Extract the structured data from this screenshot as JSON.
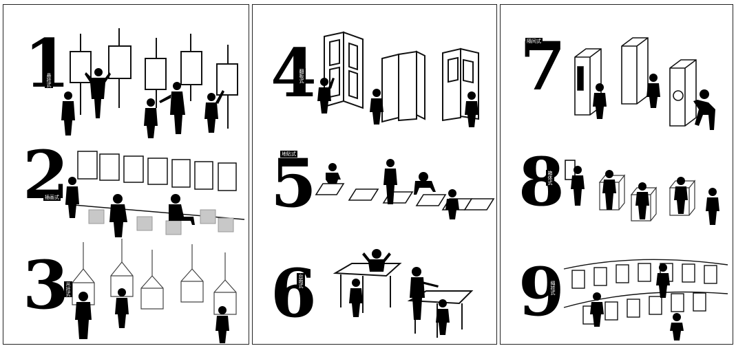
{
  "panels": [
    {
      "rows": [
        {
          "number": "1",
          "label": "悬挂式"
        },
        {
          "number": "2",
          "label": "插画式"
        },
        {
          "number": "3",
          "label": "吊挂式"
        }
      ]
    },
    {
      "rows": [
        {
          "number": "4",
          "label": "翻板式"
        },
        {
          "number": "5",
          "label": "地贴式"
        },
        {
          "number": "6",
          "label": "台面式"
        }
      ]
    },
    {
      "rows": [
        {
          "number": "7",
          "label": "隔间式"
        },
        {
          "number": "8",
          "label": "箱体式"
        },
        {
          "number": "9",
          "label": "绳挂式"
        }
      ]
    }
  ],
  "colors": {
    "ink": "#000000",
    "line": "#222222",
    "cube_fill": "#cccccc",
    "paper": "#ffffff"
  }
}
